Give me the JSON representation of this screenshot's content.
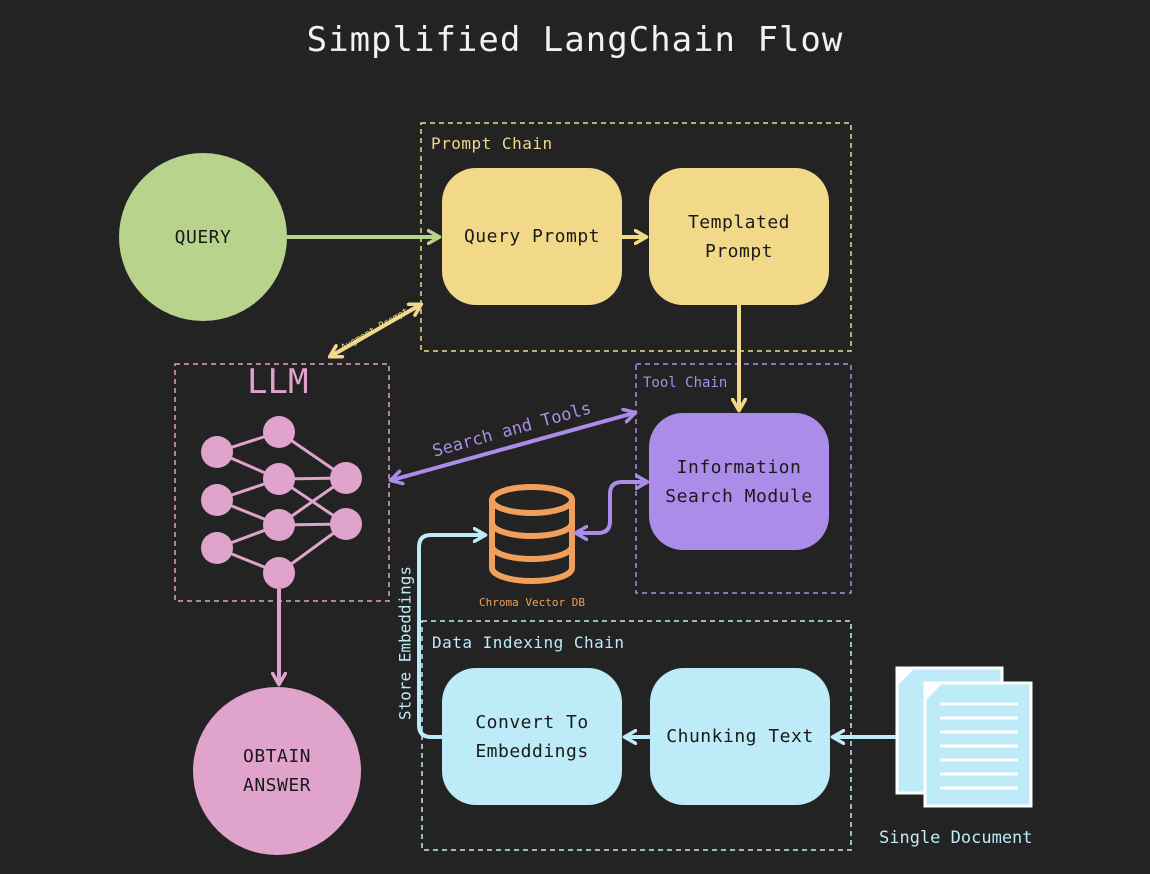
{
  "title": "Simplified LangChain Flow",
  "colors": {
    "background": "#232323",
    "query": "#b8d38c",
    "prompt": "#f2d98a",
    "llm": "#e0a3cb",
    "tool": "#ac8ce9",
    "data": "#bdebf7",
    "db": "#f0a05a"
  },
  "groups": {
    "prompt_chain": "Prompt Chain",
    "tool_chain": "Tool Chain",
    "data_indexing_chain": "Data Indexing Chain",
    "llm": "LLM"
  },
  "nodes": {
    "query": "QUERY",
    "query_prompt": "Query Prompt",
    "templated_prompt": "Templated Prompt",
    "information_search": "Information Search Module",
    "obtain_answer": "OBTAIN ANSWER",
    "convert_embeddings": "Convert To Embeddings",
    "chunking_text": "Chunking Text",
    "vector_db": "Chroma Vector DB",
    "single_document": "Single Document"
  },
  "edges": {
    "augment_prompt": "Augment Prompt",
    "search_tools": "Search and Tools",
    "store_embeddings": "Store Embeddings"
  },
  "icons": [
    "neural-network-icon",
    "database-icon",
    "document-icon"
  ]
}
